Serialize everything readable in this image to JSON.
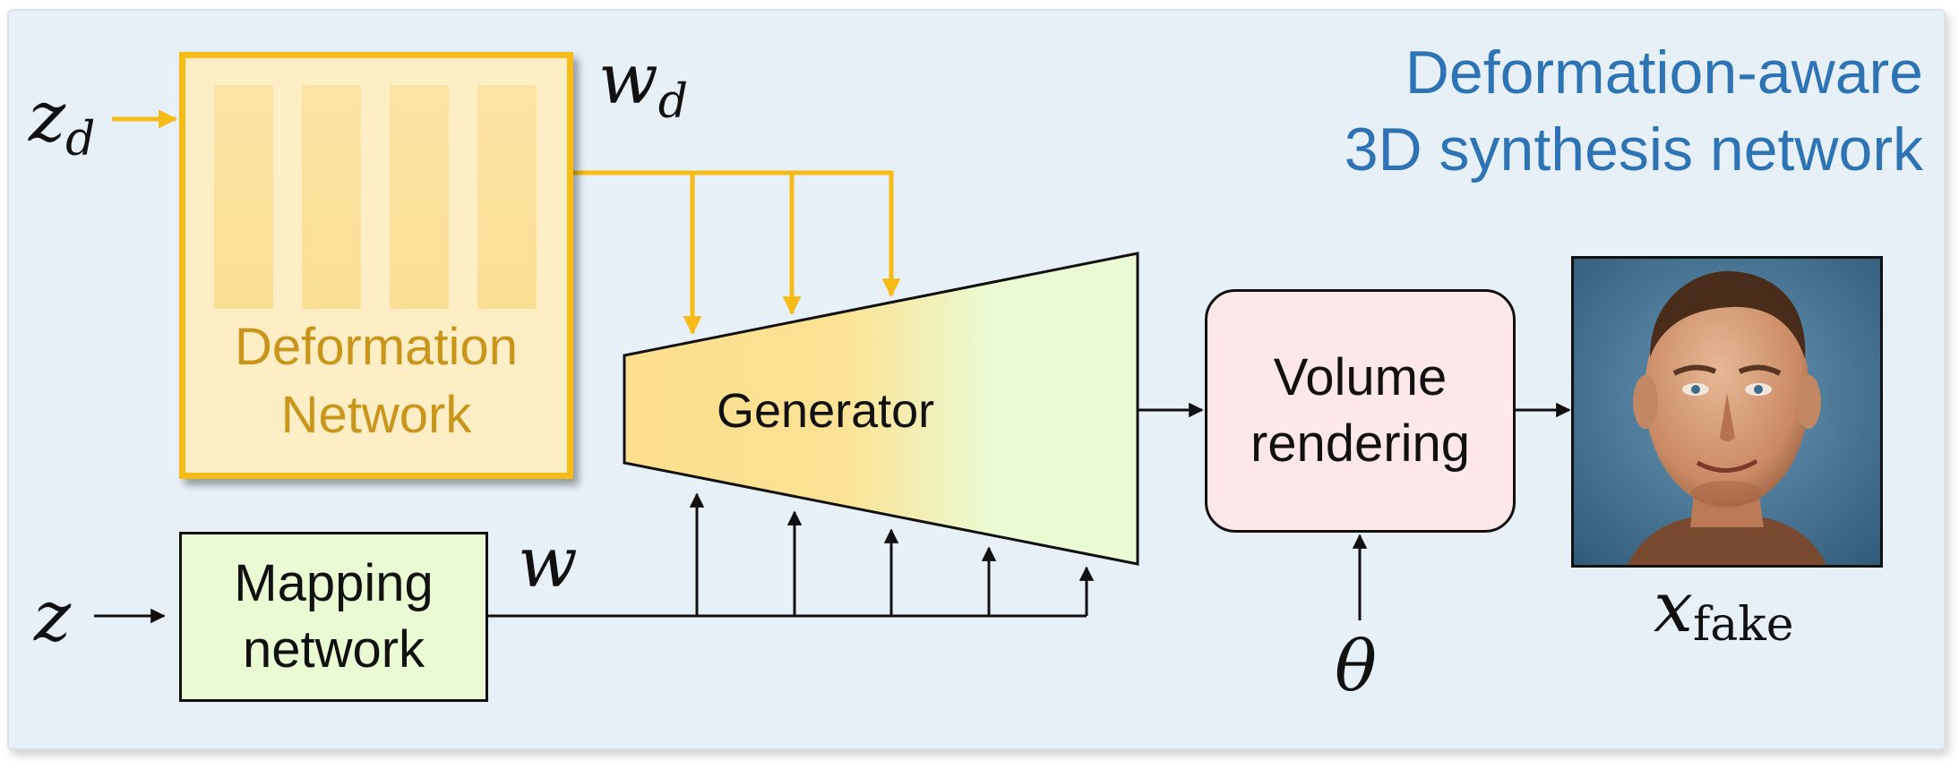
{
  "title_line1": "Deformation-aware",
  "title_line2": "3D synthesis network",
  "deformation_network": {
    "line1": "Deformation",
    "line2": "Network"
  },
  "mapping_network": {
    "line1": "Mapping",
    "line2": "network"
  },
  "generator": {
    "label": "Generator"
  },
  "volume_rendering": {
    "line1": "Volume",
    "line2": "rendering"
  },
  "symbols": {
    "z_d_base": "z",
    "z_d_sub": "d",
    "w_d_base": "w",
    "w_d_sub": "d",
    "z": "z",
    "w": "w",
    "theta": "θ",
    "x_fake_base": "x",
    "x_fake_sub": "fake"
  },
  "output": {
    "image_description": "caricature-face-icon"
  },
  "colors": {
    "panel_bg": "#e7f0f7",
    "title": "#2e74b5",
    "deform_border": "#f6bb16",
    "deform_fill": "#fdeec6",
    "deform_text": "#c9961b",
    "mapping_fill": "#eafbd3",
    "volume_fill": "#fde7e8",
    "generator_left": "#fddf8e",
    "generator_right": "#eafad2"
  }
}
